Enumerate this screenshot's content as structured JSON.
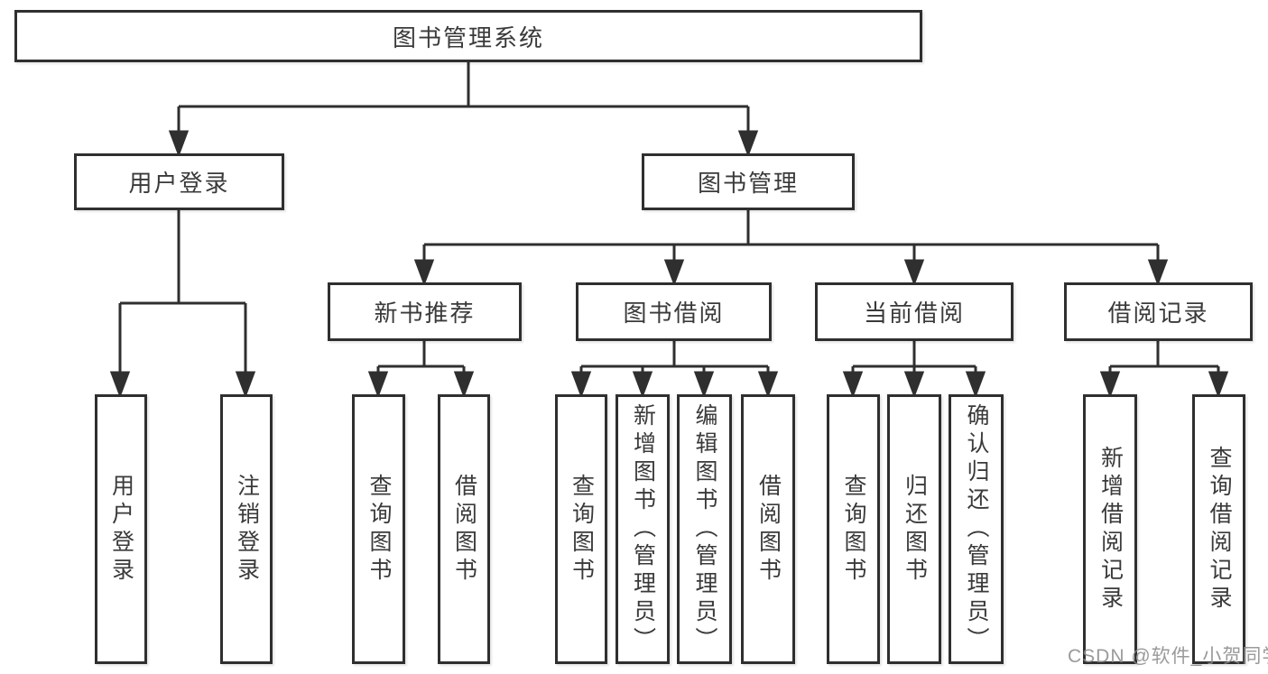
{
  "diagram": {
    "root": {
      "label": "图书管理系统"
    },
    "level2": [
      {
        "label": "用户登录"
      },
      {
        "label": "图书管理"
      }
    ],
    "level3": [
      {
        "label": "新书推荐"
      },
      {
        "label": "图书借阅"
      },
      {
        "label": "当前借阅"
      },
      {
        "label": "借阅记录"
      }
    ],
    "leaves": [
      {
        "label": "用户登录",
        "parent": "用户登录"
      },
      {
        "label": "注销登录",
        "parent": "用户登录"
      },
      {
        "label": "查询图书",
        "parent": "新书推荐"
      },
      {
        "label": "借阅图书",
        "parent": "新书推荐"
      },
      {
        "label": "查询图书",
        "parent": "图书借阅"
      },
      {
        "label": "新增图书（管理员）",
        "parent": "图书借阅"
      },
      {
        "label": "编辑图书（管理员）",
        "parent": "图书借阅"
      },
      {
        "label": "借阅图书",
        "parent": "图书借阅"
      },
      {
        "label": "查询图书",
        "parent": "当前借阅"
      },
      {
        "label": "归还图书",
        "parent": "当前借阅"
      },
      {
        "label": "确认归还（管理员）",
        "parent": "当前借阅"
      },
      {
        "label": "新增借阅记录",
        "parent": "借阅记录"
      },
      {
        "label": "查询借阅记录",
        "parent": "借阅记录"
      }
    ]
  },
  "watermark": {
    "text": "CSDN @软件_小贺同学"
  },
  "colors": {
    "line": "#2f2f2f",
    "border": "#2f2f2f",
    "text": "#3a3a3a",
    "background": "#ffffff",
    "watermark": "#8c8c8c"
  }
}
